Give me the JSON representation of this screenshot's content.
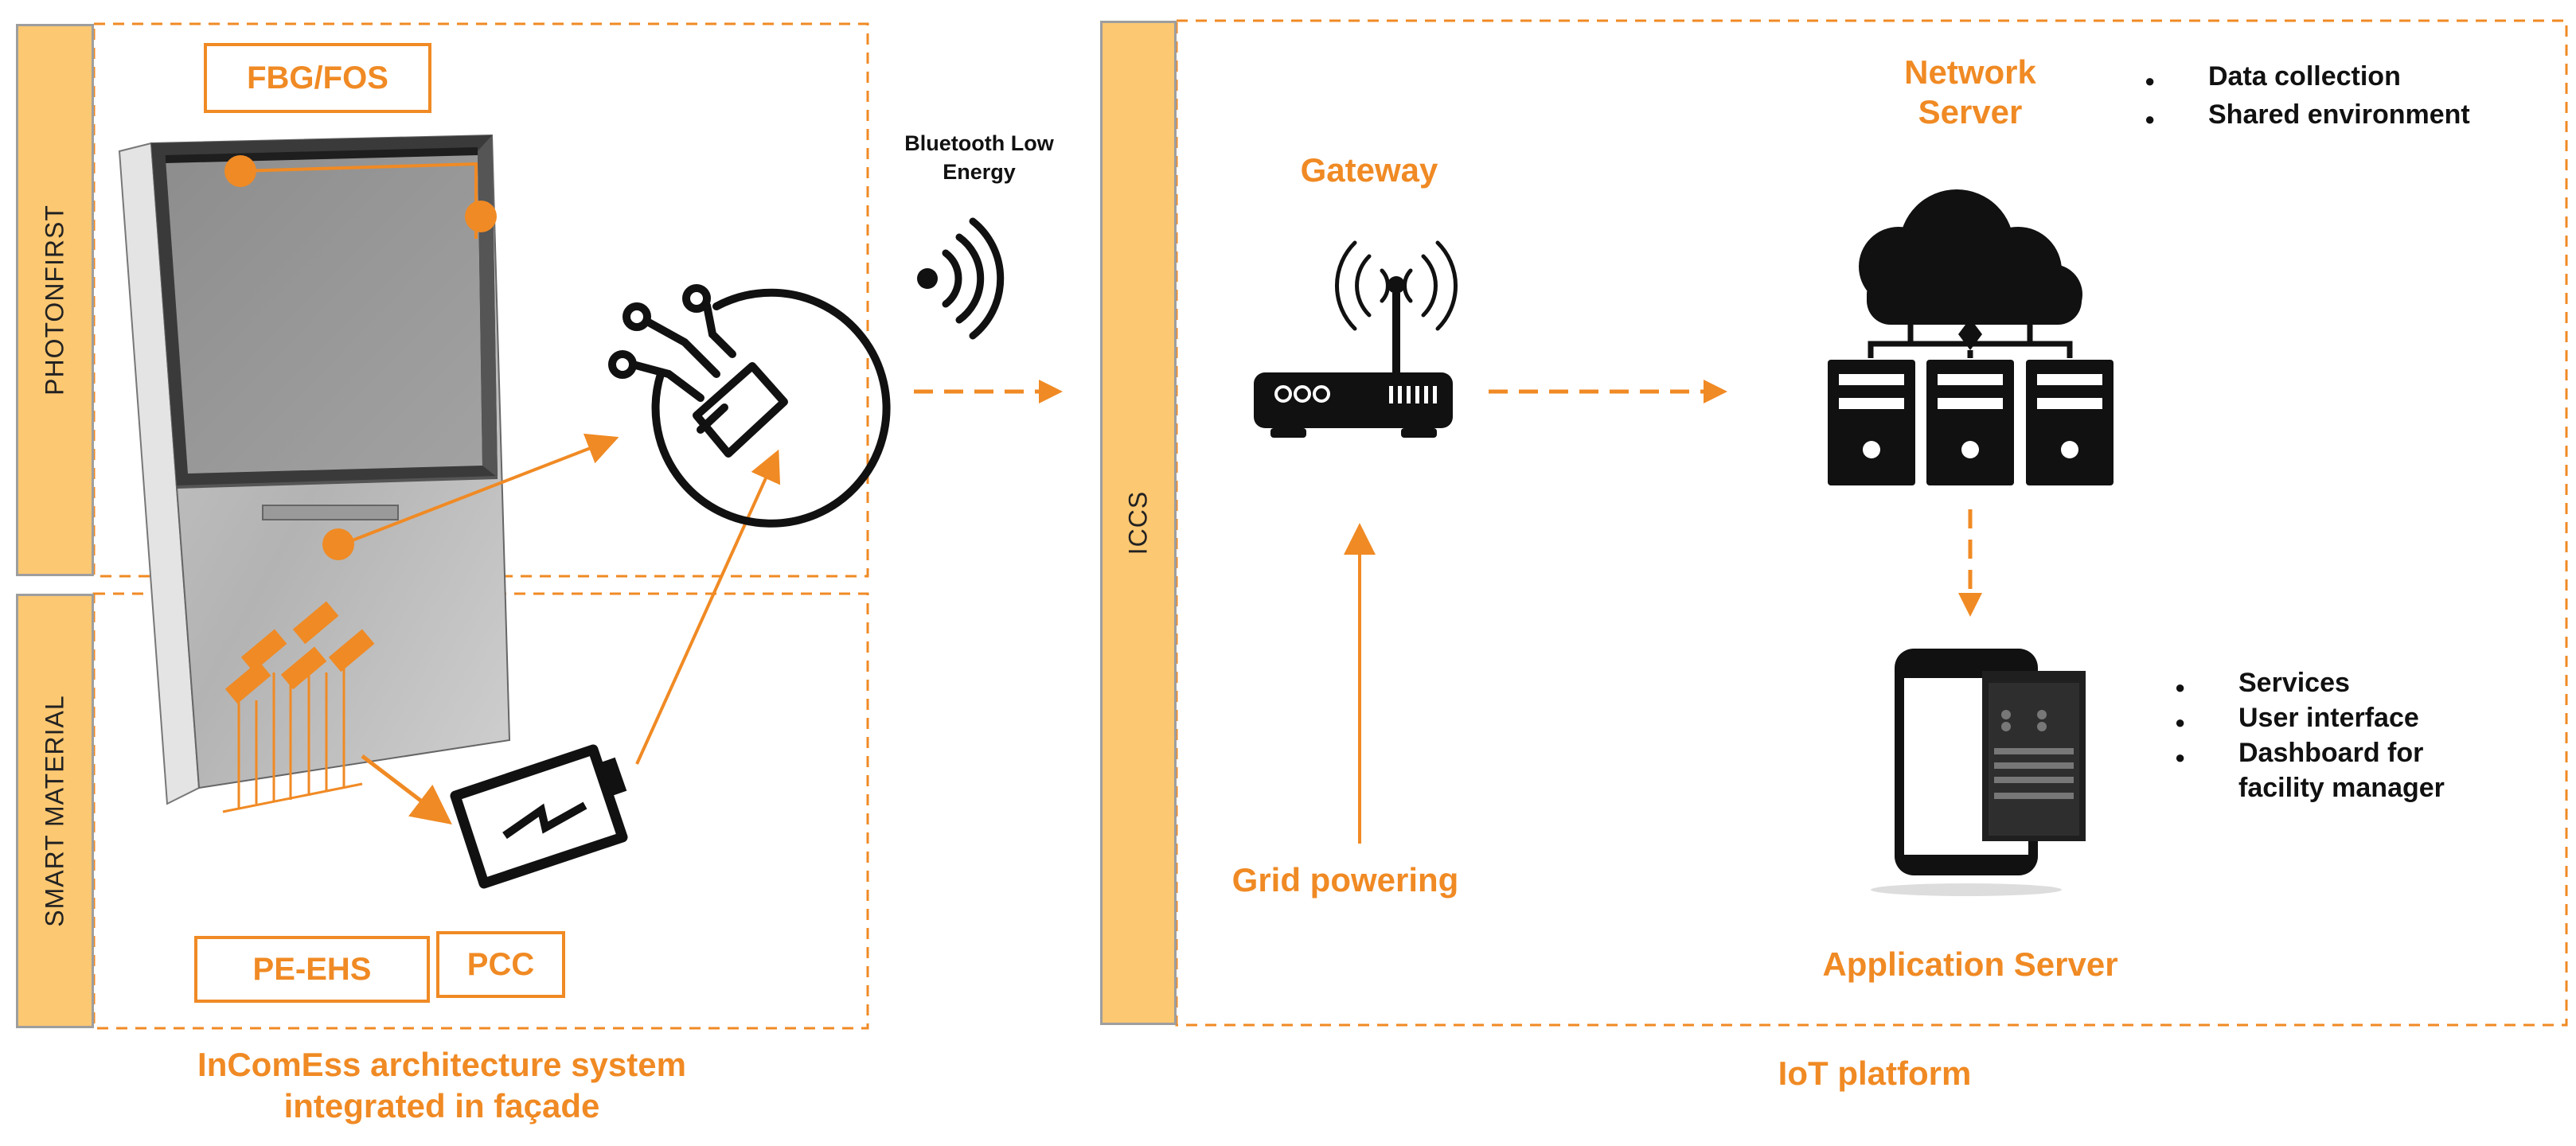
{
  "left_panel": {
    "side_labels": {
      "top": "PHOTONFIRST",
      "bottom": "SMART MATERIAL"
    },
    "tags": {
      "fbg": "FBG/FOS",
      "pe_ehs": "PE-EHS",
      "pcc": "PCC"
    },
    "caption_line1": "InComEss architecture system",
    "caption_line2": "integrated in façade"
  },
  "link": {
    "label_line1": "Bluetooth Low",
    "label_line2": "Energy"
  },
  "right_panel": {
    "side_label": "ICCS",
    "gateway": {
      "title": "Gateway"
    },
    "grid": {
      "title": "Grid powering"
    },
    "network_server": {
      "title_line1": "Network",
      "title_line2": "Server",
      "bullets": [
        "Data collection",
        "Shared environment"
      ]
    },
    "application_server": {
      "title": "Application Server",
      "bullets": [
        "Services",
        "User interface",
        "Dashboard for facility manager"
      ]
    },
    "caption": "IoT platform"
  },
  "colors": {
    "accent": "#f08a24",
    "label_fill": "#fcc872"
  }
}
